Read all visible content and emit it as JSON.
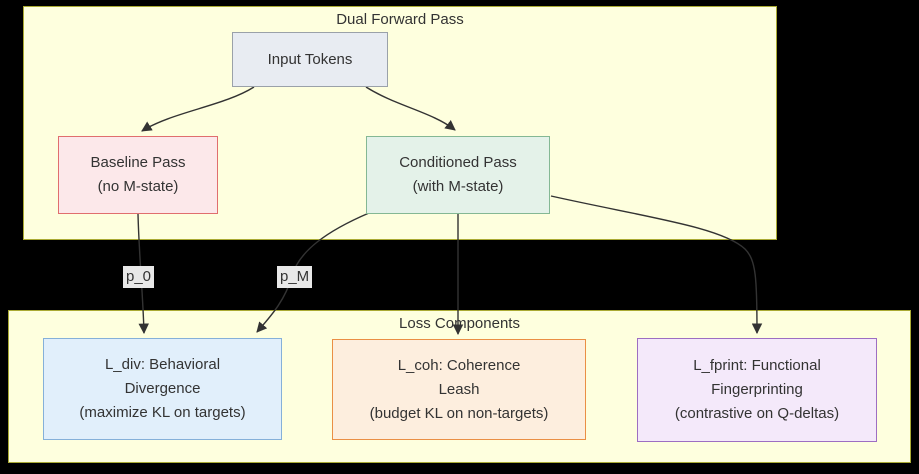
{
  "diagram": {
    "type": "flowchart",
    "background_color": "#000000",
    "clusters": {
      "dual_forward_pass": {
        "title": "Dual Forward Pass",
        "fill": "#feffde",
        "border": "#aaaa33"
      },
      "loss_components": {
        "title": "Loss Components",
        "fill": "#feffde",
        "border": "#aaaa33"
      }
    },
    "nodes": {
      "input_tokens": {
        "line1": "Input Tokens",
        "fill": "#e8ecf2",
        "border": "#9aa1a9"
      },
      "baseline_pass": {
        "line1": "Baseline Pass",
        "line2": "(no M-state)",
        "fill": "#fce8ea",
        "border": "#e06e6e"
      },
      "conditioned_pass": {
        "line1": "Conditioned Pass",
        "line2": "(with M-state)",
        "fill": "#e4f2e9",
        "border": "#84b894"
      },
      "l_div": {
        "line1": "L_div: Behavioral",
        "line2": "Divergence",
        "line3": "(maximize KL on targets)",
        "fill": "#e1effb",
        "border": "#85b0d9"
      },
      "l_coh": {
        "line1": "L_coh: Coherence",
        "line2": "Leash",
        "line3": "(budget KL on non-targets)",
        "fill": "#fdeede",
        "border": "#ea8f45"
      },
      "l_fprint": {
        "line1": "L_fprint: Functional",
        "line2": "Fingerprinting",
        "line3": "(contrastive on Q-deltas)",
        "fill": "#f4e9fa",
        "border": "#9d6ec2"
      }
    },
    "edges": [
      {
        "from": "Input Tokens",
        "to": "Baseline Pass",
        "label": ""
      },
      {
        "from": "Input Tokens",
        "to": "Conditioned Pass",
        "label": ""
      },
      {
        "from": "Baseline Pass",
        "to": "L_div",
        "label": "p_0"
      },
      {
        "from": "Conditioned Pass",
        "to": "L_div",
        "label": "p_M"
      },
      {
        "from": "Conditioned Pass",
        "to": "L_coh",
        "label": ""
      },
      {
        "from": "Conditioned Pass",
        "to": "L_fprint",
        "label": ""
      }
    ],
    "edge_color": "#333333",
    "edge_label_background": "#e8e8e8"
  }
}
